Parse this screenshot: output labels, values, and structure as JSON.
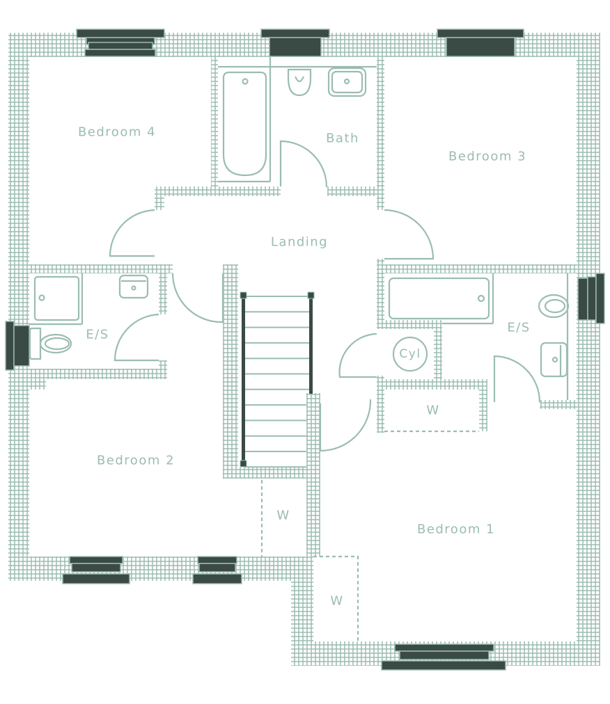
{
  "colors": {
    "wall": "#9bbcb0",
    "window": "#3a4a44",
    "line": "#9bbdb1"
  },
  "rooms": {
    "bedroom4": "Bedroom 4",
    "bath": "Bath",
    "bedroom3": "Bedroom 3",
    "landing": "Landing",
    "ensuite_left": "E/S",
    "ensuite_right": "E/S",
    "cylinder": "Cyl",
    "wardrobe_right": "W",
    "wardrobe_mid": "W",
    "wardrobe_bottom": "W",
    "bedroom2": "Bedroom 2",
    "bedroom1": "Bedroom 1"
  }
}
